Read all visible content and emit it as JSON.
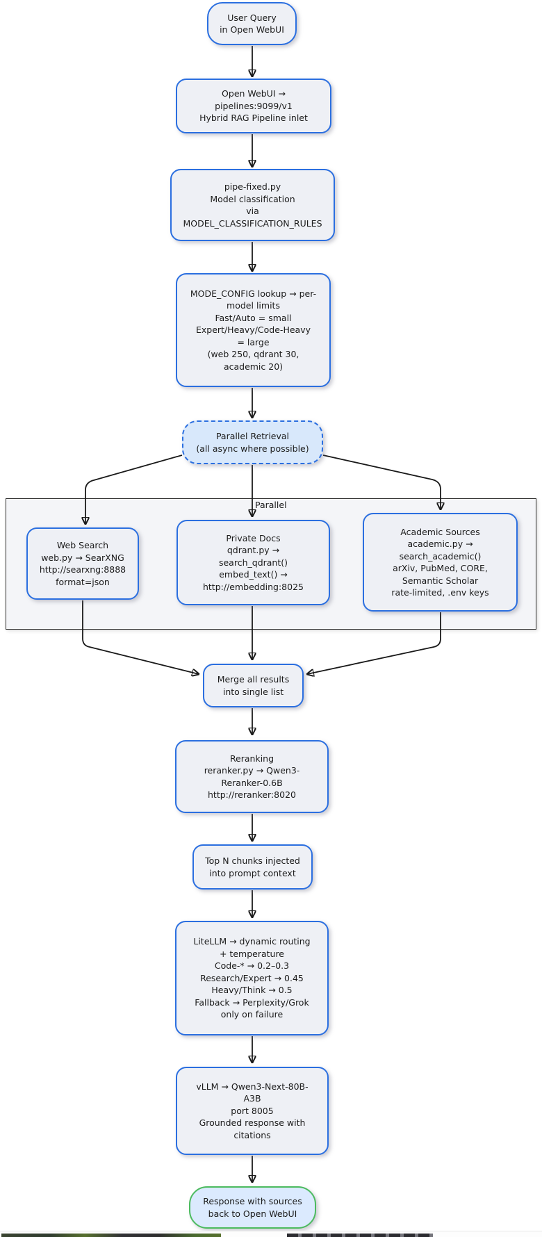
{
  "diagram": {
    "type": "flowchart",
    "nodes": {
      "user_query": {
        "label_lines": [
          "User Query",
          "in Open WebUI"
        ]
      },
      "pipeline_inlet": {
        "label_lines": [
          "Open WebUI →",
          "pipelines:9099/v1",
          "Hybrid RAG Pipeline inlet"
        ]
      },
      "model_classification": {
        "label_lines": [
          "pipe-fixed.py",
          "Model classification",
          "via",
          "MODEL_CLASSIFICATION_RULES"
        ]
      },
      "mode_config": {
        "label_lines": [
          "MODE_CONFIG lookup → per-",
          "model limits",
          "Fast/Auto = small",
          "Expert/Heavy/Code-Heavy",
          "= large",
          "(web 250, qdrant 30,",
          "academic 20)"
        ]
      },
      "parallel_retrieval": {
        "label_lines": [
          "Parallel Retrieval",
          "(all async where possible)"
        ]
      },
      "web_search": {
        "label_lines": [
          "Web Search",
          "web.py → SearXNG",
          "http://searxng:8888",
          "format=json"
        ]
      },
      "private_docs": {
        "label_lines": [
          "Private Docs",
          "qdrant.py →",
          "search_qdrant()",
          "embed_text() →",
          "http://embedding:8025"
        ]
      },
      "academic_sources": {
        "label_lines": [
          "Academic Sources",
          "academic.py →",
          "search_academic()",
          "arXiv, PubMed, CORE,",
          "Semantic Scholar",
          "rate-limited, .env keys"
        ]
      },
      "merge": {
        "label_lines": [
          "Merge all results",
          "into single list"
        ]
      },
      "reranking": {
        "label_lines": [
          "Reranking",
          "reranker.py → Qwen3-",
          "Reranker-0.6B",
          "http://reranker:8020"
        ]
      },
      "top_n": {
        "label_lines": [
          "Top N chunks injected",
          "into prompt context"
        ]
      },
      "litellm": {
        "label_lines": [
          "LiteLLM → dynamic routing",
          "+ temperature",
          "Code-* → 0.2–0.3",
          "Research/Expert → 0.45",
          "Heavy/Think → 0.5",
          "Fallback → Perplexity/Grok",
          "only on failure"
        ]
      },
      "vllm": {
        "label_lines": [
          "vLLM → Qwen3-Next-80B-",
          "A3B",
          "port 8005",
          "Grounded response with",
          "citations"
        ]
      },
      "response": {
        "label_lines": [
          "Response with sources",
          "back to Open WebUI"
        ]
      }
    },
    "subgraph": {
      "label": "Parallel"
    },
    "edges": [
      {
        "from": "user_query",
        "to": "pipeline_inlet"
      },
      {
        "from": "pipeline_inlet",
        "to": "model_classification"
      },
      {
        "from": "model_classification",
        "to": "mode_config"
      },
      {
        "from": "mode_config",
        "to": "parallel_retrieval"
      },
      {
        "from": "parallel_retrieval",
        "to": "web_search"
      },
      {
        "from": "parallel_retrieval",
        "to": "private_docs"
      },
      {
        "from": "parallel_retrieval",
        "to": "academic_sources"
      },
      {
        "from": "web_search",
        "to": "merge"
      },
      {
        "from": "private_docs",
        "to": "merge"
      },
      {
        "from": "academic_sources",
        "to": "merge"
      },
      {
        "from": "merge",
        "to": "reranking"
      },
      {
        "from": "reranking",
        "to": "top_n"
      },
      {
        "from": "top_n",
        "to": "litellm"
      },
      {
        "from": "litellm",
        "to": "vllm"
      },
      {
        "from": "vllm",
        "to": "response"
      }
    ],
    "colors": {
      "node_border": "#2b6fe0",
      "node_fill": "#eef0f5",
      "highlight_fill": "#d8e8fb",
      "success_border": "#4cbb5f",
      "success_fill": "#dbeafe",
      "subgraph_fill": "#f4f5f8",
      "subgraph_border": "#2a2a2a",
      "arrow": "#1a1a1a",
      "text": "#1b1b1b"
    }
  }
}
